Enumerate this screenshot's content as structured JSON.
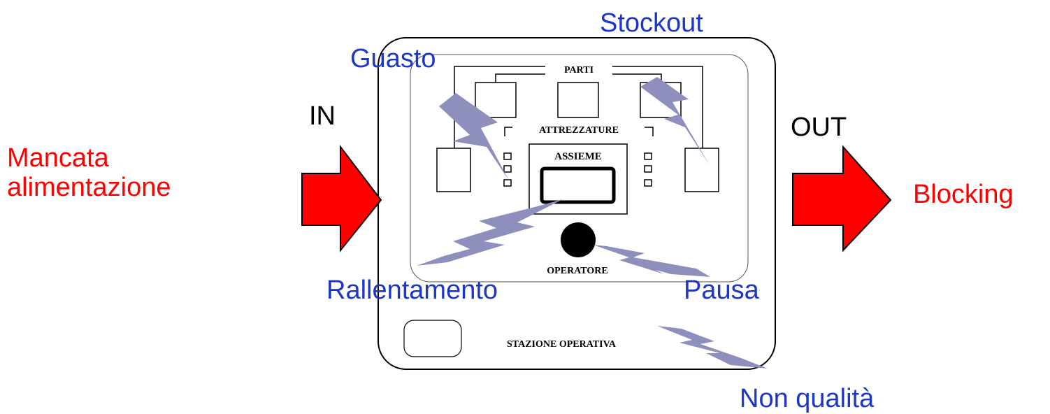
{
  "station": {
    "parts_label": "PARTI",
    "tools_label": "ATTREZZATURE",
    "assembly_label": "ASSIEME",
    "operator_label": "OPERATORE",
    "station_label": "STAZIONE OPERATIVA"
  },
  "flow": {
    "in_label": "IN",
    "out_label": "OUT"
  },
  "losses": {
    "missing_supply": [
      "Mancata",
      "alimentazione"
    ],
    "blocking": "Blocking",
    "failure": "Guasto",
    "stockout": "Stockout",
    "slowdown": "Rallentamento",
    "pause": "Pausa",
    "non_quality": "Non qualità"
  },
  "colors": {
    "loss_flow_text": "#ff0000",
    "loss_event_text": "#1c36c8",
    "arrow_fill": "#ff0000",
    "bolt_fill": "#8f8fbe",
    "outline": "#000000"
  }
}
